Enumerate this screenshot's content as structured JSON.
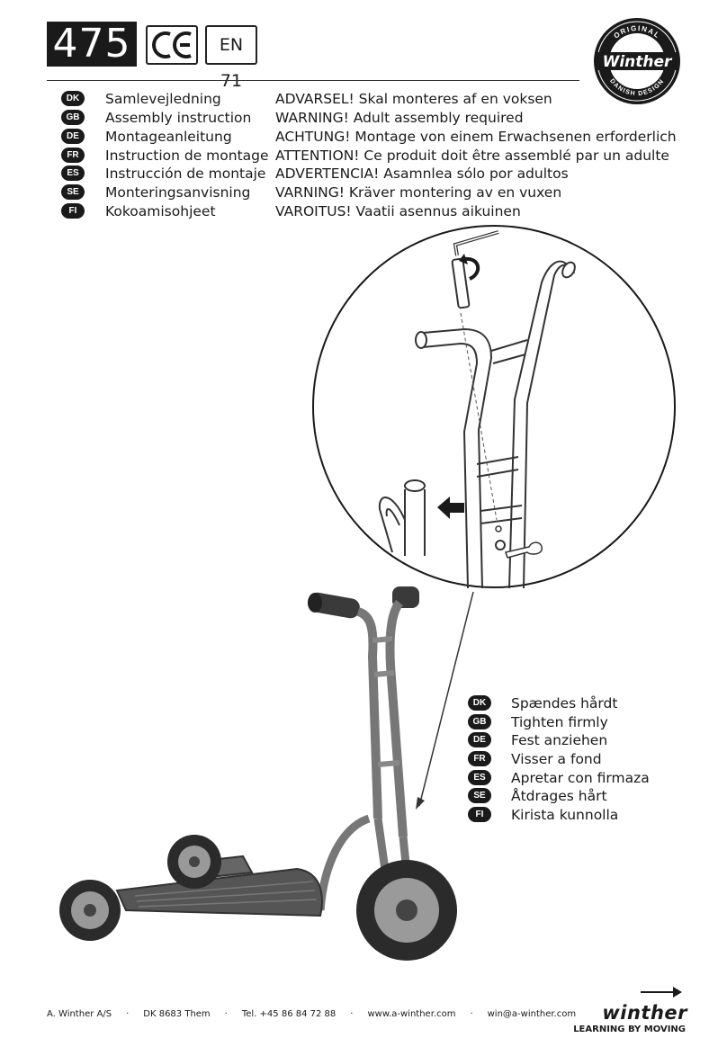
{
  "header": {
    "model_number": "475",
    "ce_mark": "CE",
    "standard": "EN 71",
    "logo": {
      "top_text": "ORIGINAL",
      "brand": "Winther",
      "bottom_text": "DANISH DESIGN"
    }
  },
  "languages": [
    {
      "code": "DK",
      "title": "Samlevejledning",
      "warning": "ADVARSEL! Skal monteres af en voksen"
    },
    {
      "code": "GB",
      "title": "Assembly instruction",
      "warning": "WARNING! Adult assembly required"
    },
    {
      "code": "DE",
      "title": "Montageanleitung",
      "warning": "ACHTUNG! Montage von einem Erwachsenen erforderlich"
    },
    {
      "code": "FR",
      "title": "Instruction de montage",
      "warning": "ATTENTION! Ce produit doit être assemblé par un adulte"
    },
    {
      "code": "ES",
      "title": "Instrucción de montaje",
      "warning": "ADVERTENCIA! Asamnlea sólo por adultos"
    },
    {
      "code": "SE",
      "title": "Monteringsanvisning",
      "warning": "VARNING! Kräver montering av en vuxen"
    },
    {
      "code": "FI",
      "title": "Kokoamisohjeet",
      "warning": "VAROITUS! Vaatii asennus aikuinen"
    }
  ],
  "tighten": [
    {
      "code": "DK",
      "text": "Spændes hårdt"
    },
    {
      "code": "GB",
      "text": "Tighten firmly"
    },
    {
      "code": "DE",
      "text": "Fest anziehen"
    },
    {
      "code": "FR",
      "text": "Visser a fond"
    },
    {
      "code": "ES",
      "text": "Apretar con firmaza"
    },
    {
      "code": "SE",
      "text": "Åtdrages hårt"
    },
    {
      "code": "FI",
      "text": "Kirista kunnolla"
    }
  ],
  "footer": {
    "company": "A. Winther A/S",
    "address": "DK 8683 Them",
    "phone": "Tel. +45 86 84 72 88",
    "website": "www.a-winther.com",
    "email": "win@a-winther.com",
    "separator": "·",
    "brand": "winther",
    "tagline": "LEARNING BY MOVING"
  }
}
